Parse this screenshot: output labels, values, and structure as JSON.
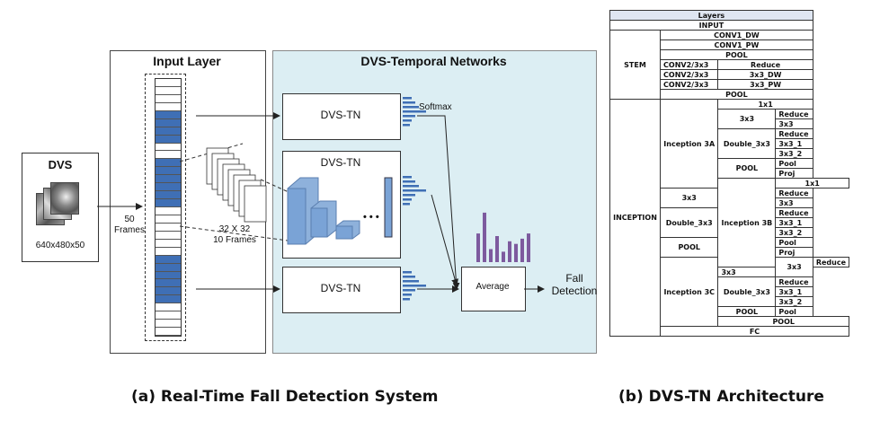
{
  "left": {
    "dvs": {
      "title": "DVS",
      "dims": "640x480x50"
    },
    "frames_in": "50\nFrames",
    "input_layer_title": "Input Layer",
    "networks_title": "DVS-Temporal Networks",
    "crop_label": "32 X 32\n10 Frames",
    "tn_top": "DVS-TN",
    "tn_mid": "DVS-TN",
    "tn_bottom": "DVS-TN",
    "softmax": "Softmax",
    "dots": "• • •",
    "average": "Average",
    "output": "Fall\nDetection",
    "histogram_values": [
      0.55,
      0.95,
      0.25,
      0.5,
      0.2,
      0.4,
      0.35,
      0.45,
      0.55
    ]
  },
  "table": {
    "header": "Layers",
    "input": "INPUT",
    "stem": "STEM",
    "conv1_dw": "CONV1_DW",
    "conv1_pw": "CONV1_PW",
    "pool": "POOL",
    "conv2": "CONV2/3x3",
    "reduce": "Reduce",
    "dw": "3x3_DW",
    "pw": "3x3_PW",
    "inception": "INCEPTION",
    "inc3a": "Inception 3A",
    "inc3b": "Inception 3B",
    "inc3c": "Inception 3C",
    "one": "1x1",
    "three": "3x3",
    "double": "Double_3x3",
    "three_1": "3x3_1",
    "three_2": "3x3_2",
    "pool_l": "Pool",
    "proj": "Proj",
    "pool_upper": "POOL",
    "fc": "FC"
  },
  "captions": {
    "a": "(a) Real-Time Fall Detection System",
    "b": "(b) DVS-TN Architecture"
  }
}
